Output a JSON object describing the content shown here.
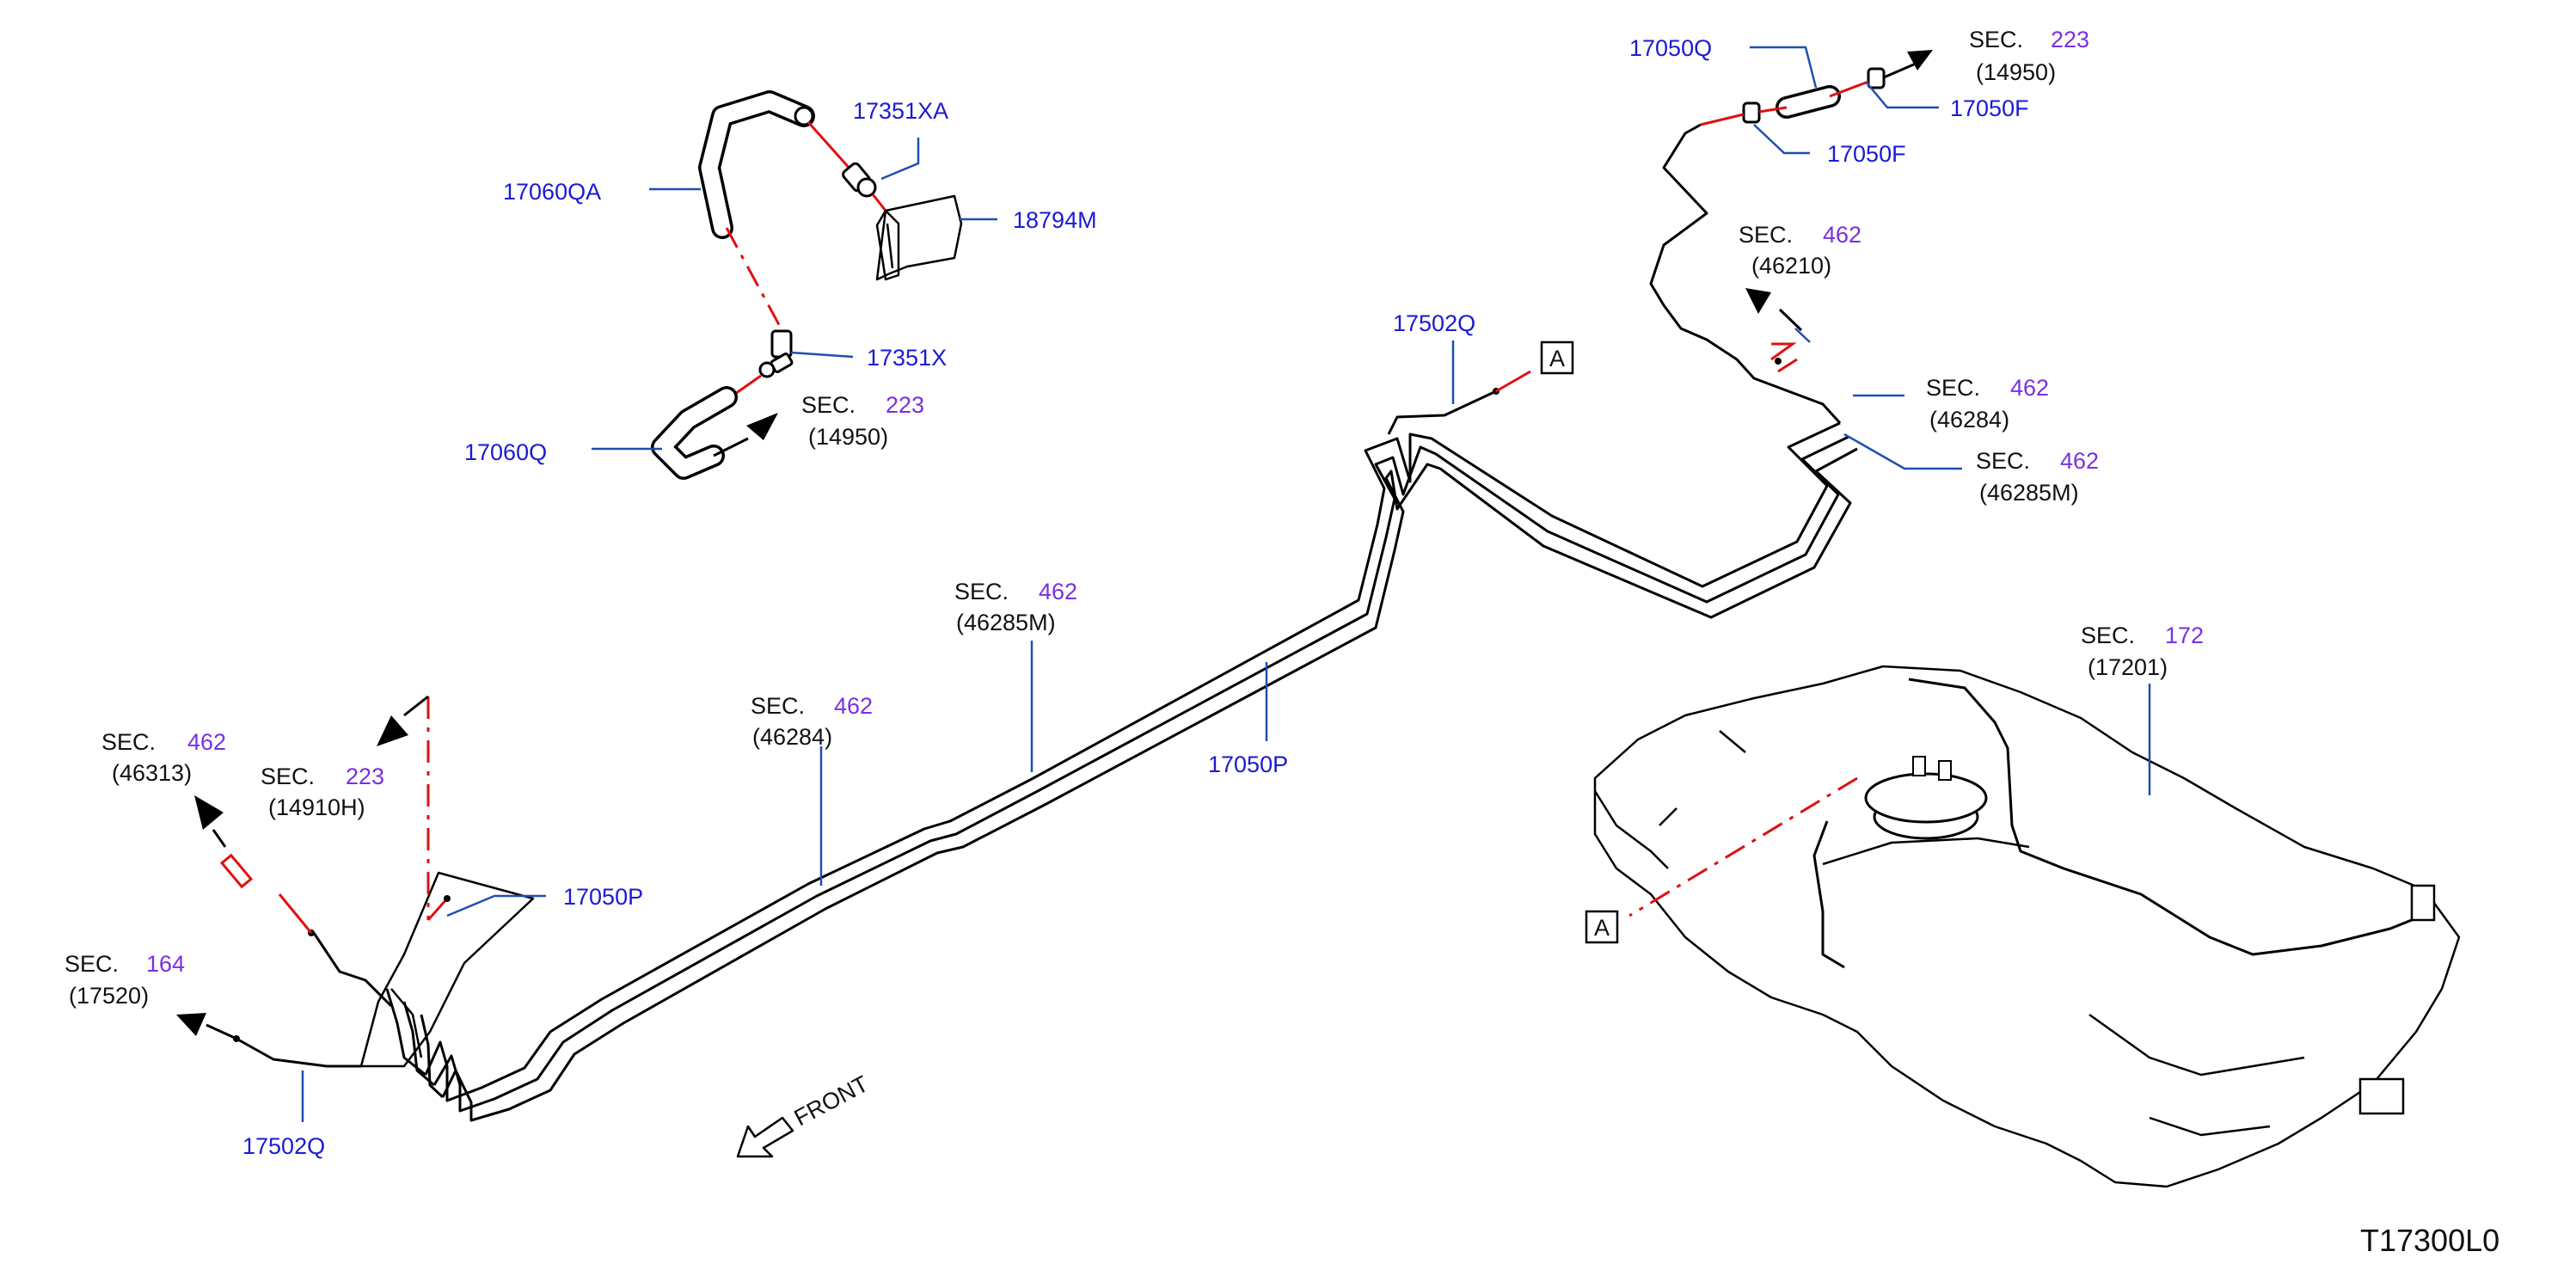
{
  "labels": {
    "p17060QA": "17060QA",
    "p17351XA": "17351XA",
    "p18794M": "18794M",
    "p17351X": "17351X",
    "p17060Q": "17060Q",
    "p17050Q": "17050Q",
    "p17050F_a": "17050F",
    "p17050F_b": "17050F",
    "p17502Q_top": "17502Q",
    "p17050P_main": "17050P",
    "p17050P_left": "17050P",
    "p17502Q_bottom": "17502Q"
  },
  "sections": {
    "sec223_top": {
      "word": "SEC.",
      "num": "223",
      "ref": "(14950)"
    },
    "sec223_hose": {
      "word": "SEC.",
      "num": "223",
      "ref": "(14950)"
    },
    "sec462_46210": {
      "word": "SEC.",
      "num": "462",
      "ref": "(46210)"
    },
    "sec462_46284_r": {
      "word": "SEC.",
      "num": "462",
      "ref": "(46284)"
    },
    "sec462_46285M_r": {
      "word": "SEC.",
      "num": "462",
      "ref": "(46285M)"
    },
    "sec462_46285M_m": {
      "word": "SEC.",
      "num": "462",
      "ref": "(46285M)"
    },
    "sec462_46284_m": {
      "word": "SEC.",
      "num": "462",
      "ref": "(46284)"
    },
    "sec462_46313": {
      "word": "SEC.",
      "num": "462",
      "ref": "(46313)"
    },
    "sec223_14910H": {
      "word": "SEC.",
      "num": "223",
      "ref": "(14910H)"
    },
    "sec164_17520": {
      "word": "SEC.",
      "num": "164",
      "ref": "(17520)"
    },
    "sec172_17201": {
      "word": "SEC.",
      "num": "172",
      "ref": "(17201)"
    }
  },
  "markers": {
    "a_top": "A",
    "a_tank": "A"
  },
  "front": "FRONT",
  "drawing_id": "T17300L0",
  "colors": {
    "part_number": "#1a1ad6",
    "section_number": "#7a2fe0",
    "leader": "#1f4fb0",
    "connection": "#e01010"
  }
}
